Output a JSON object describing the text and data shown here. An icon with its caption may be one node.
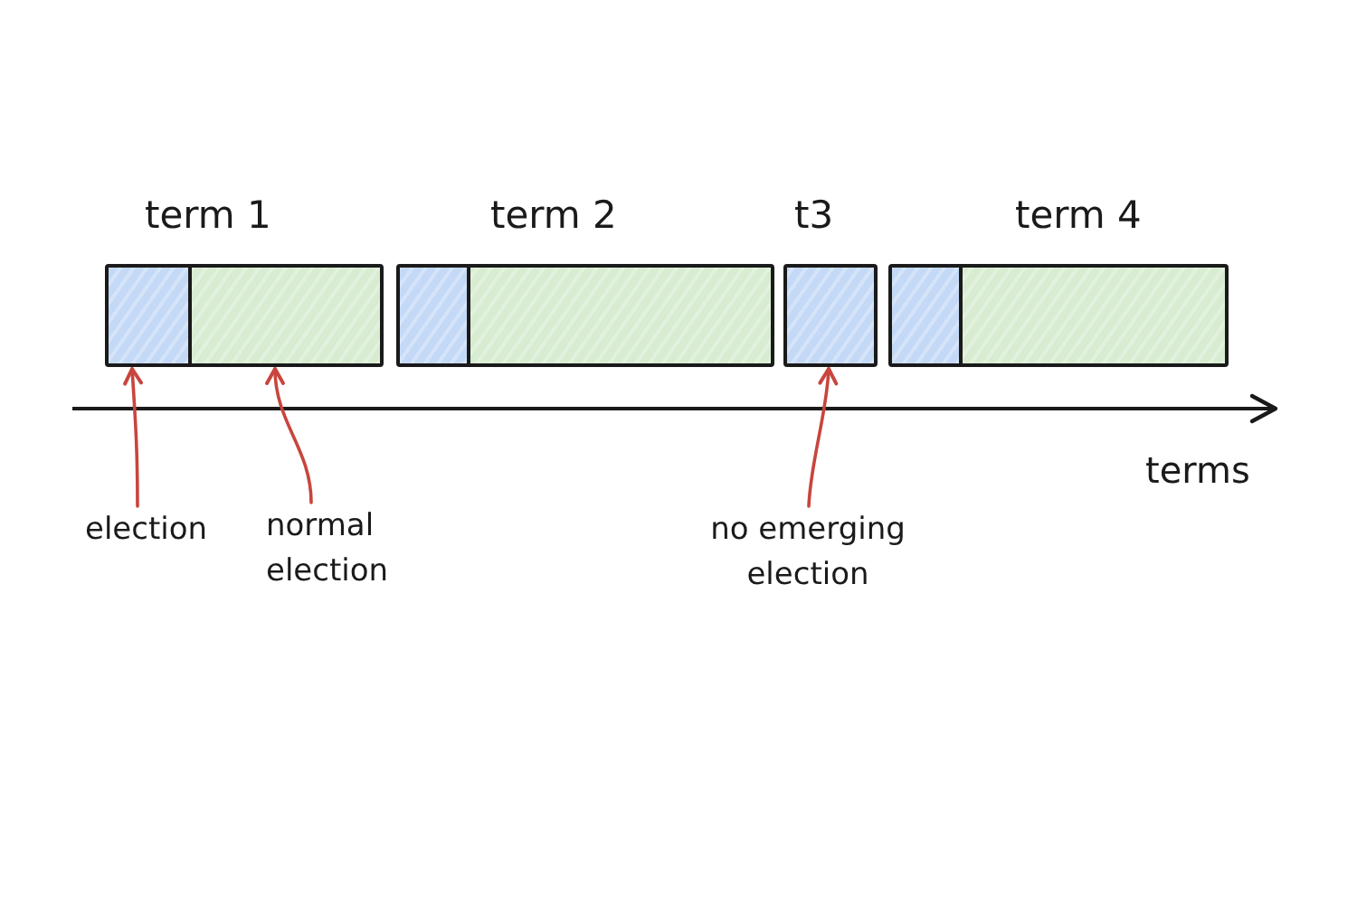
{
  "diagram": {
    "nodes": [
      {
        "text": [
          "term 1"
        ]
      },
      {
        "text": [],
        "shape": "box",
        "in": 0
      },
      {
        "text": [],
        "shape": "box",
        "in": 0
      },
      {
        "text": [
          "term 2"
        ]
      },
      {
        "text": [],
        "shape": "box",
        "in": 3
      },
      {
        "text": [],
        "shape": "box",
        "in": 3
      },
      {
        "text": [
          "t3"
        ]
      },
      {
        "text": [],
        "shape": "box",
        "in": 6
      },
      {
        "text": [
          "term 4"
        ]
      },
      {
        "text": [],
        "shape": "box",
        "in": 8
      },
      {
        "text": [],
        "shape": "box",
        "in": 8
      },
      {
        "text": [
          "election"
        ]
      },
      {
        "text": [
          "normal election"
        ]
      },
      {
        "text": [
          "no emerging election"
        ]
      }
    ],
    "edges": [
      {
        "from": 11,
        "to": 1,
        "arrow": "to"
      },
      {
        "from": 12,
        "to": 2,
        "arrow": "to"
      },
      {
        "from": 13,
        "to": 7,
        "arrow": "to"
      }
    ],
    "labels": [
      "terms"
    ]
  }
}
